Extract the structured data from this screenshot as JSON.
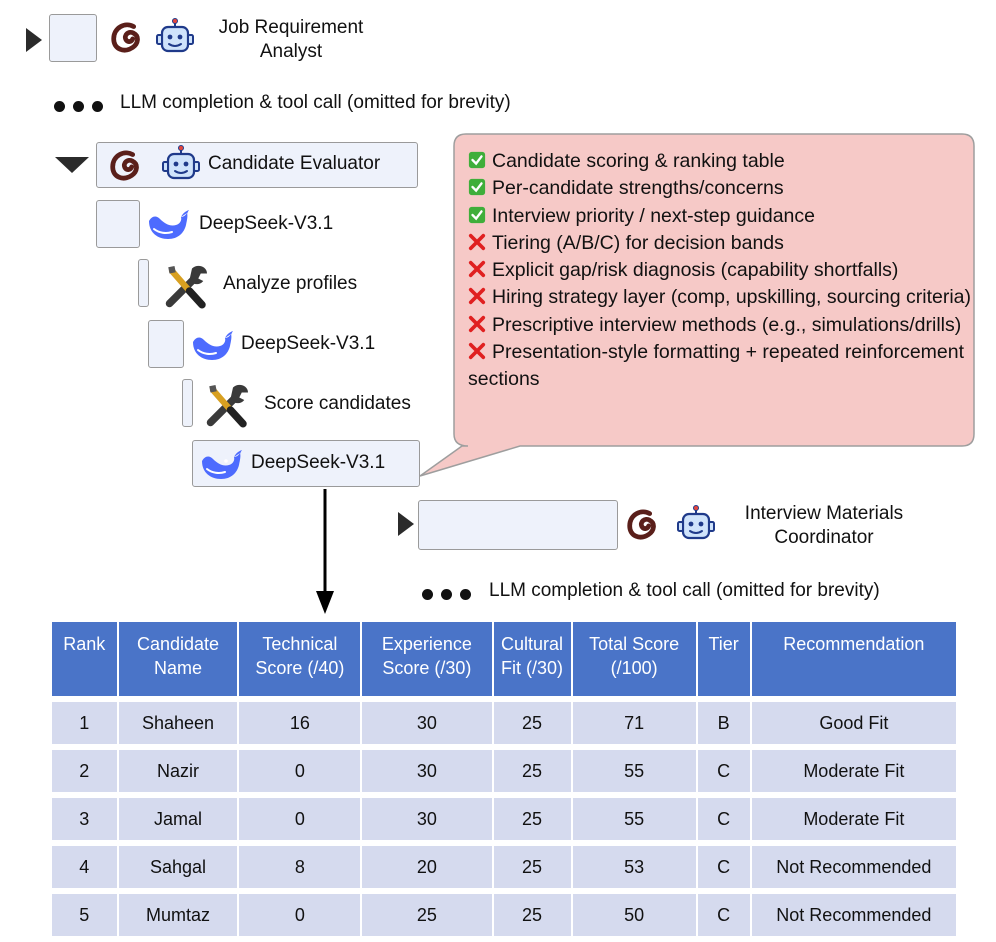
{
  "agents": {
    "job_analyst": {
      "line1": "Job Requirement",
      "line2": "Analyst"
    },
    "candidate_evaluator": {
      "label": "Candidate Evaluator"
    },
    "interview_coordinator": {
      "line1": "Interview Materials",
      "line2": "Coordinator"
    }
  },
  "omitted_note": "LLM completion & tool call (omitted for brevity)",
  "trace": {
    "model_1": "DeepSeek-V3.1",
    "tool_1": "Analyze profiles",
    "model_2": "DeepSeek-V3.1",
    "tool_2": "Score candidates",
    "model_3": "DeepSeek-V3.1"
  },
  "callout": {
    "items": [
      {
        "status": "check",
        "text": "Candidate scoring & ranking table"
      },
      {
        "status": "check",
        "text": "Per-candidate strengths/concerns"
      },
      {
        "status": "check",
        "text": "Interview priority / next-step guidance"
      },
      {
        "status": "cross",
        "text": "Tiering (A/B/C) for decision bands"
      },
      {
        "status": "cross",
        "text": "Explicit gap/risk diagnosis (capability shortfalls)"
      },
      {
        "status": "cross",
        "text": "Hiring strategy layer (comp, upskilling, sourcing criteria)"
      },
      {
        "status": "cross",
        "text": "Prescriptive interview methods (e.g., simulations/drills)"
      },
      {
        "status": "cross",
        "text": "Presentation-style formatting + repeated reinforcement sections"
      }
    ],
    "colors": {
      "background": "#f6c9c7",
      "border": "#9e9e9e",
      "check": "#3fae3a",
      "cross": "#e02020"
    }
  },
  "table": {
    "headers": [
      {
        "line1": "Rank",
        "line2": ""
      },
      {
        "line1": "Candidate",
        "line2": "Name"
      },
      {
        "line1": "Technical",
        "line2": "Score (/40)"
      },
      {
        "line1": "Experience",
        "line2": "Score (/30)"
      },
      {
        "line1": "Cultural",
        "line2": "Fit (/30)"
      },
      {
        "line1": "Total Score",
        "line2": "(/100)"
      },
      {
        "line1": "Tier",
        "line2": ""
      },
      {
        "line1": "Recommendation",
        "line2": ""
      }
    ],
    "rows": [
      [
        "1",
        "Shaheen",
        "16",
        "30",
        "25",
        "71",
        "B",
        "Good Fit"
      ],
      [
        "2",
        "Nazir",
        "0",
        "30",
        "25",
        "55",
        "C",
        "Moderate Fit"
      ],
      [
        "3",
        "Jamal",
        "0",
        "30",
        "25",
        "55",
        "C",
        "Moderate Fit"
      ],
      [
        "4",
        "Sahgal",
        "8",
        "20",
        "25",
        "53",
        "C",
        "Not Recommended"
      ],
      [
        "5",
        "Mumtaz",
        "0",
        "25",
        "25",
        "50",
        "C",
        "Not Recommended"
      ]
    ],
    "colors": {
      "header": "#4a74c8",
      "cell": "#d5daee"
    }
  }
}
